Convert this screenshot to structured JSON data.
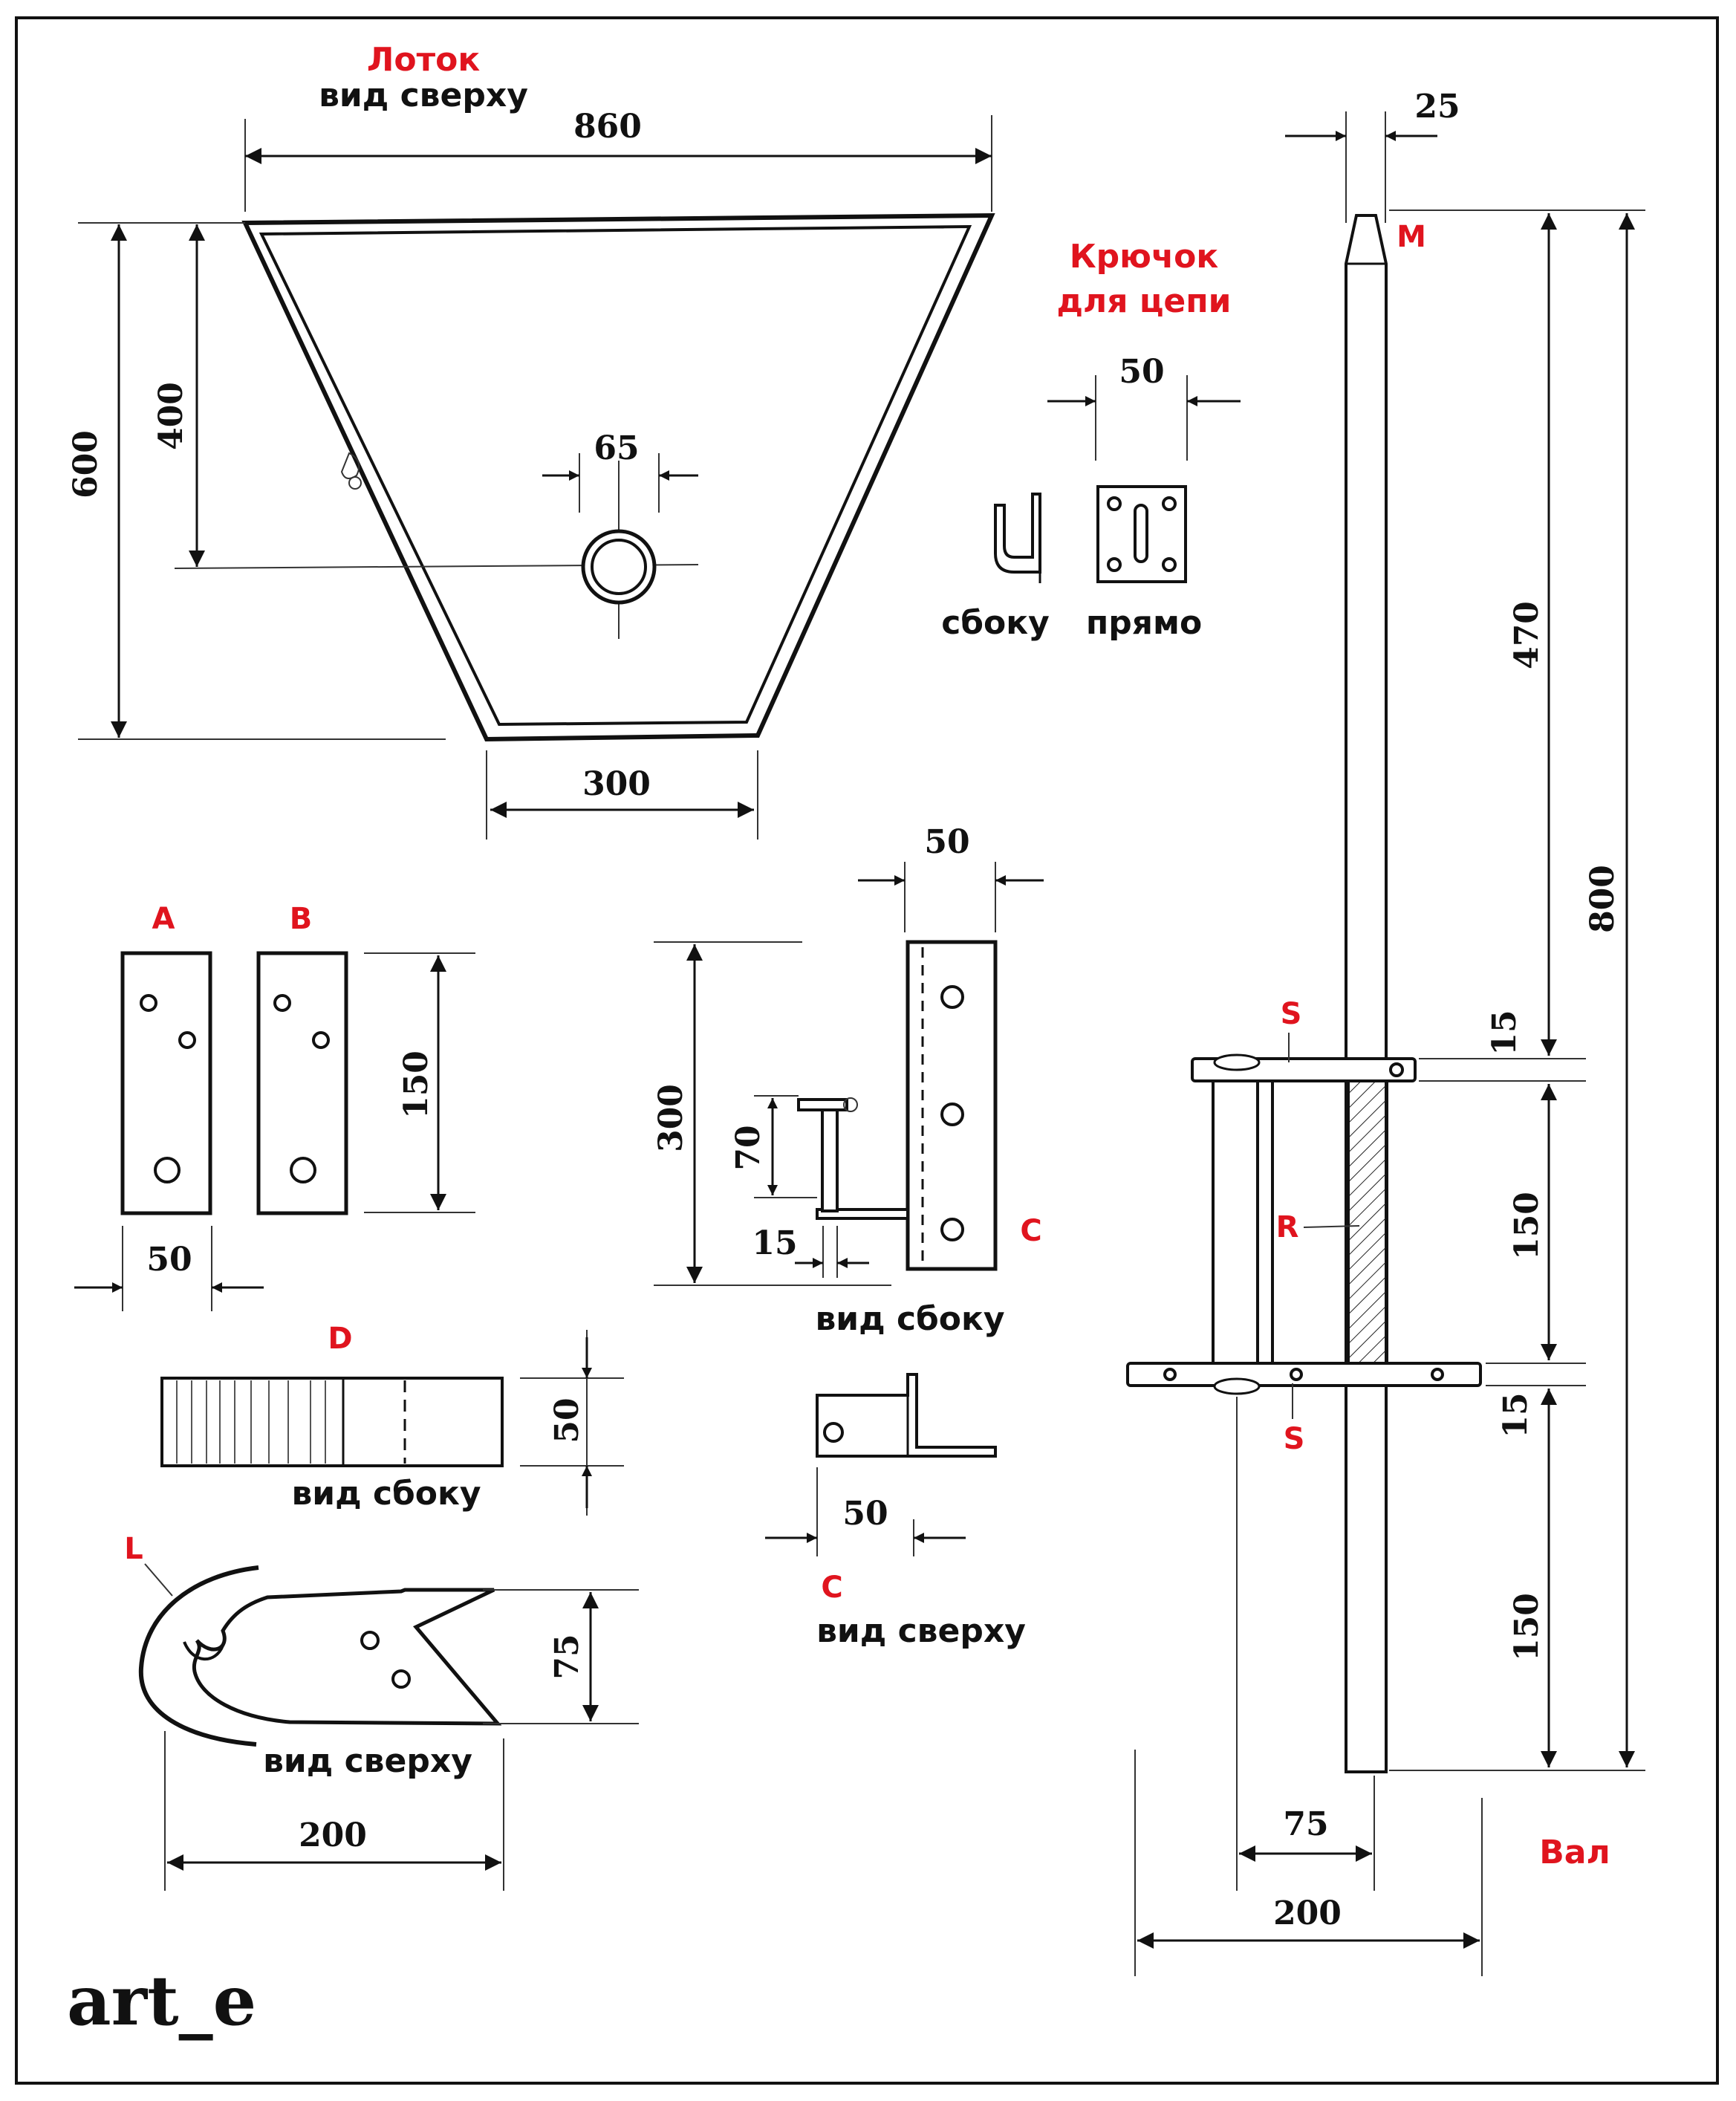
{
  "signature": "art_e",
  "tray": {
    "title": "Лоток",
    "view": "вид сверху",
    "dim_top": "860",
    "dim_height_total": "600",
    "dim_height_hole": "400",
    "dim_hole": "65",
    "dim_bottom": "300"
  },
  "hook": {
    "title_line1": "Крючок",
    "title_line2": "для цепи",
    "dim_width": "50",
    "side_label": "сбоку",
    "front_label": "прямо"
  },
  "plates": {
    "label_a": "A",
    "label_b": "B",
    "dim_height": "150",
    "dim_width": "50"
  },
  "bracket_c": {
    "label_side": "C",
    "label_top": "C",
    "dim_width_top": "50",
    "dim_height": "300",
    "dim_pin": "70",
    "dim_gap": "15",
    "side_view": "вид сбоку",
    "dim_width_bottom": "50",
    "top_view": "вид сверху"
  },
  "block_d": {
    "label": "D",
    "dim_height": "50",
    "view": "вид сбоку"
  },
  "blade_l": {
    "label": "L",
    "dim_height": "75",
    "view": "вид сверху",
    "dim_width": "200"
  },
  "shaft": {
    "title": "Вал",
    "label_m": "M",
    "label_s_top": "S",
    "label_s_bottom": "S",
    "label_r": "R",
    "dim_diameter": "25",
    "dim_upper": "470",
    "dim_total": "800",
    "dim_flange_top": "15",
    "dim_middle": "150",
    "dim_flange_bottom": "15",
    "dim_lower": "150",
    "dim_offset": "75",
    "dim_flange_width": "200"
  }
}
